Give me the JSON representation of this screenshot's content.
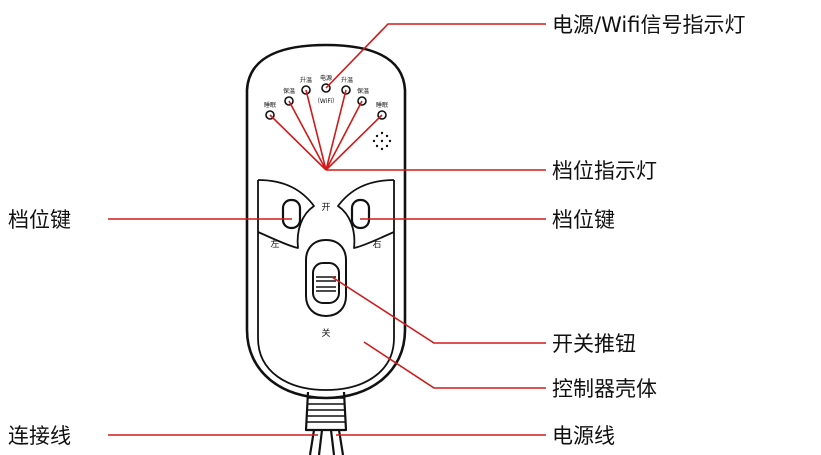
{
  "callouts": {
    "power_wifi_indicator": "电源/Wifi信号指示灯",
    "gear_indicator": "档位指示灯",
    "gear_key_left": "档位键",
    "gear_key_right": "档位键",
    "switch_slider": "开关推钮",
    "controller_housing": "控制器壳体",
    "connection_cord": "连接线",
    "power_cord": "电源线"
  },
  "panel_labels": {
    "power": "电源",
    "wifi": "（WiFi）",
    "heat_up_left": "升温",
    "heat_up_right": "升温",
    "keep_warm_left": "保温",
    "keep_warm_right": "保温",
    "sleep_left": "睡眠",
    "sleep_right": "睡眠",
    "on": "开",
    "off": "关",
    "left": "左",
    "right": "右"
  },
  "colors": {
    "leader_line": "#d21a1a",
    "outline": "#111111",
    "background": "#ffffff"
  }
}
